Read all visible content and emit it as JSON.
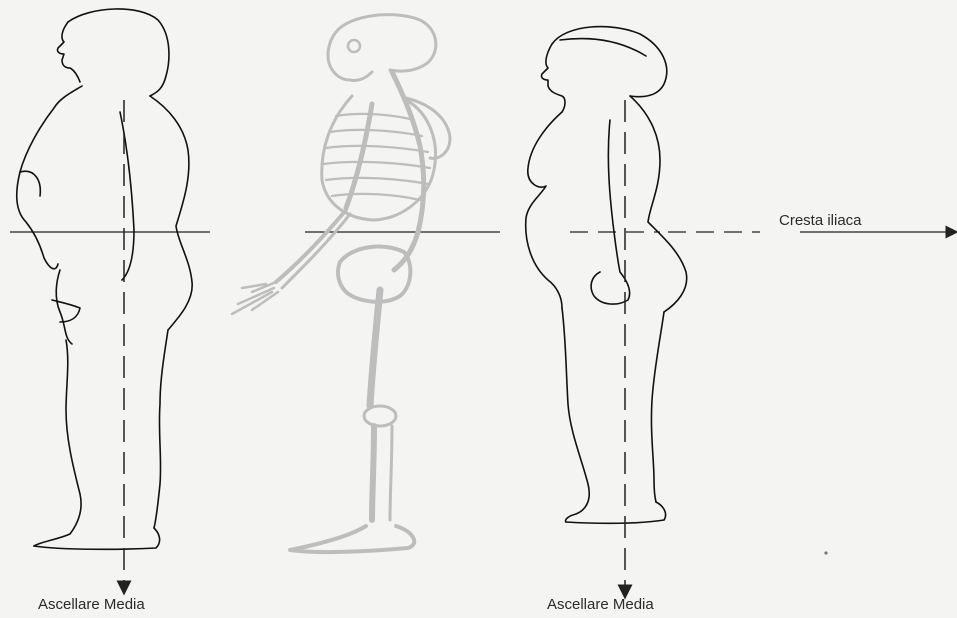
{
  "labels": {
    "iliac_crest": "Cresta iliaca",
    "mid_axillary_left": "Ascellare Media",
    "mid_axillary_right": "Ascellare Media"
  },
  "colors": {
    "background": "#f4f4f2",
    "outline": "#111111",
    "skeleton": "#b9b9b9"
  }
}
